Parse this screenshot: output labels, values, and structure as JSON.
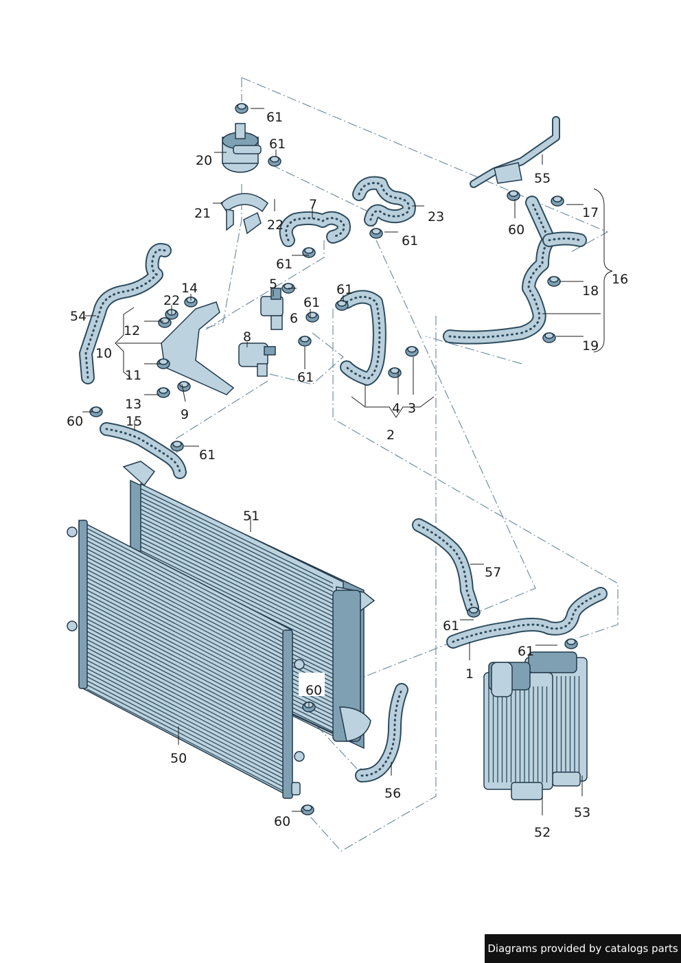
{
  "footer": {
    "badge": "Diagrams provided by catalogs parts"
  },
  "callouts": [
    {
      "id": "c61a",
      "text": "61"
    },
    {
      "id": "c61b",
      "text": "61"
    },
    {
      "id": "c20",
      "text": "20"
    },
    {
      "id": "c21",
      "text": "21"
    },
    {
      "id": "c22a",
      "text": "22"
    },
    {
      "id": "c7",
      "text": "7"
    },
    {
      "id": "c61c",
      "text": "61"
    },
    {
      "id": "c23",
      "text": "23"
    },
    {
      "id": "c61d",
      "text": "61"
    },
    {
      "id": "c55",
      "text": "55"
    },
    {
      "id": "c60a",
      "text": "60"
    },
    {
      "id": "c17",
      "text": "17"
    },
    {
      "id": "c16",
      "text": "16"
    },
    {
      "id": "c18",
      "text": "18"
    },
    {
      "id": "c19",
      "text": "19"
    },
    {
      "id": "c14",
      "text": "14"
    },
    {
      "id": "c22b",
      "text": "22"
    },
    {
      "id": "c5",
      "text": "5"
    },
    {
      "id": "c6",
      "text": "6"
    },
    {
      "id": "c61e",
      "text": "61"
    },
    {
      "id": "c61f",
      "text": "61"
    },
    {
      "id": "c54",
      "text": "54"
    },
    {
      "id": "c12",
      "text": "12"
    },
    {
      "id": "c10",
      "text": "10"
    },
    {
      "id": "c11",
      "text": "11"
    },
    {
      "id": "c8",
      "text": "8"
    },
    {
      "id": "c61g",
      "text": "61"
    },
    {
      "id": "c13",
      "text": "13"
    },
    {
      "id": "c9",
      "text": "9"
    },
    {
      "id": "c4",
      "text": "4"
    },
    {
      "id": "c3",
      "text": "3"
    },
    {
      "id": "c2",
      "text": "2"
    },
    {
      "id": "c60b",
      "text": "60"
    },
    {
      "id": "c15",
      "text": "15"
    },
    {
      "id": "c61h",
      "text": "61"
    },
    {
      "id": "c51",
      "text": "51"
    },
    {
      "id": "c57",
      "text": "57"
    },
    {
      "id": "c61i",
      "text": "61"
    },
    {
      "id": "c61j",
      "text": "61"
    },
    {
      "id": "c1",
      "text": "1"
    },
    {
      "id": "c60c",
      "text": "60"
    },
    {
      "id": "c50",
      "text": "50"
    },
    {
      "id": "c56",
      "text": "56"
    },
    {
      "id": "c52",
      "text": "52"
    },
    {
      "id": "c53",
      "text": "53"
    },
    {
      "id": "c60d",
      "text": "60"
    }
  ]
}
